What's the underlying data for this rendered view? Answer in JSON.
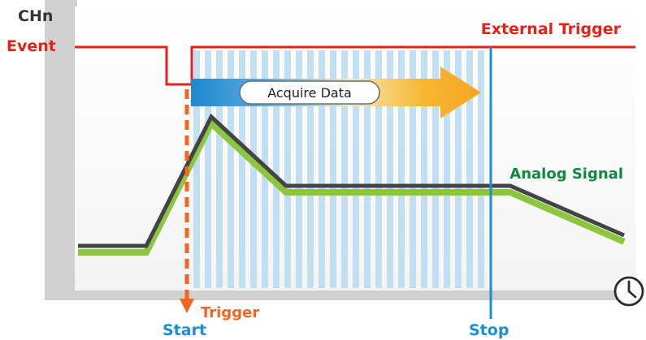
{
  "diagram": {
    "channel_label": "CHn",
    "event_label": "Event",
    "external_trigger_label": "External Trigger",
    "acquire_label": "Acquire Data",
    "analog_signal_label": "Analog Signal",
    "trigger_label": "Trigger",
    "start_label": "Start",
    "stop_label": "Stop",
    "clock_icon": "clock-icon"
  },
  "colors": {
    "event_red": "#e2231a",
    "trigger_orange": "#f26522",
    "analog_green": "#0e8a3e",
    "signal_green": "#8cc63f",
    "signal_dark": "#3f3f3f",
    "marker_blue": "#1b8fd2",
    "stripe_blue": "#a8cfea",
    "frame_gray": "#d0d0d0",
    "text_dark": "#333333"
  }
}
